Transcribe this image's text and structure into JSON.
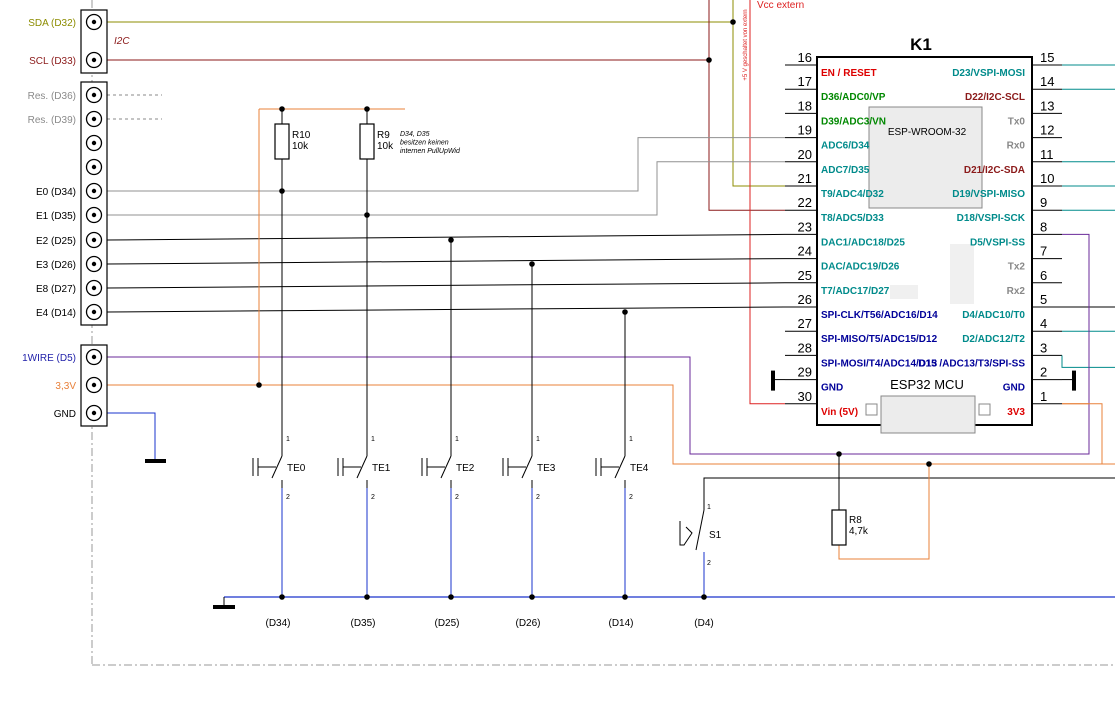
{
  "terminals": [
    {
      "label": "SDA (D32)",
      "color": "#8c8c00"
    },
    {
      "label": "SCL (D33)",
      "color": "#8b1a1a"
    },
    {
      "label": "Res. (D36)",
      "color": "#8a8a8a"
    },
    {
      "label": "Res. (D39)",
      "color": "#8a8a8a"
    },
    {
      "label": "",
      "color": "#000000"
    },
    {
      "label": "",
      "color": "#000000"
    },
    {
      "label": "E0 (D34)",
      "color": "#000000"
    },
    {
      "label": "E1 (D35)",
      "color": "#000000"
    },
    {
      "label": "E2 (D25)",
      "color": "#000000"
    },
    {
      "label": "E3 (D26)",
      "color": "#000000"
    },
    {
      "label": "E8 (D27)",
      "color": "#000000"
    },
    {
      "label": "E4 (D14)",
      "color": "#000000"
    },
    {
      "label": "1WIRE (D5)",
      "color": "#2222aa"
    },
    {
      "label": "3,3V",
      "color": "#e8803a"
    },
    {
      "label": "GND",
      "color": "#000000"
    }
  ],
  "i2c_label": "I2C",
  "vcc_extern": "Vcc extern",
  "vcc_note": "+5 V geschaltet von extern",
  "resistors": [
    {
      "ref": "R10",
      "value": "10k"
    },
    {
      "ref": "R9",
      "value": "10k"
    },
    {
      "ref": "R8",
      "value": "4,7k"
    }
  ],
  "resistor_note": [
    "D34, D35",
    "besitzen keinen",
    "internen PullUpWid"
  ],
  "module": {
    "ref": "K1",
    "inner": "ESP-WROOM-32",
    "name": "ESP32 MCU",
    "left_pins": [
      {
        "num": "16",
        "name": "EN / RESET",
        "color": "#dd0000"
      },
      {
        "num": "17",
        "name": "D36/ADC0/VP",
        "color": "#008800"
      },
      {
        "num": "18",
        "name": "D39/ADC3/VN",
        "color": "#008800"
      },
      {
        "num": "19",
        "name": "ADC6/D34",
        "color": "#008b8b"
      },
      {
        "num": "20",
        "name": "ADC7/D35",
        "color": "#008b8b"
      },
      {
        "num": "21",
        "name": "T9/ADC4/D32",
        "color": "#008b8b"
      },
      {
        "num": "22",
        "name": "T8/ADC5/D33",
        "color": "#008b8b"
      },
      {
        "num": "23",
        "name": "DAC1/ADC18/D25",
        "color": "#008b8b"
      },
      {
        "num": "24",
        "name": "DAC/ADC19/D26",
        "color": "#008b8b"
      },
      {
        "num": "25",
        "name": "T7/ADC17/D27",
        "color": "#008b8b"
      },
      {
        "num": "26",
        "name": "SPI-CLK/T56/ADC16/D14",
        "color": "#000099"
      },
      {
        "num": "27",
        "name": "SPI-MISO/T5/ADC15/D12",
        "color": "#000099"
      },
      {
        "num": "28",
        "name": "SPI-MOSI/T4/ADC14/D13",
        "color": "#000099"
      },
      {
        "num": "29",
        "name": "GND",
        "color": "#000099"
      },
      {
        "num": "30",
        "name": "Vin (5V)",
        "color": "#dd0000"
      }
    ],
    "right_pins": [
      {
        "num": "15",
        "name": "D23/VSPI-MOSI",
        "color": "#008b8b"
      },
      {
        "num": "14",
        "name": "D22/I2C-SCL",
        "color": "#8b1a1a"
      },
      {
        "num": "13",
        "name": "Tx0",
        "color": "#888888"
      },
      {
        "num": "12",
        "name": "Rx0",
        "color": "#888888"
      },
      {
        "num": "11",
        "name": "D21/I2C-SDA",
        "color": "#8b1a1a"
      },
      {
        "num": "10",
        "name": "D19/VSPI-MISO",
        "color": "#008b8b"
      },
      {
        "num": "9",
        "name": "D18/VSPI-SCK",
        "color": "#008b8b"
      },
      {
        "num": "8",
        "name": "D5/VSPI-SS",
        "color": "#008b8b"
      },
      {
        "num": "7",
        "name": "Tx2",
        "color": "#888888"
      },
      {
        "num": "6",
        "name": "Rx2",
        "color": "#888888"
      },
      {
        "num": "5",
        "name": "D4/ADC10/T0",
        "color": "#008b8b"
      },
      {
        "num": "4",
        "name": "D2/ADC12/T2",
        "color": "#008b8b"
      },
      {
        "num": "3",
        "name": "D15 /ADC13/T3/SPI-SS",
        "color": "#000099"
      },
      {
        "num": "2",
        "name": "GND",
        "color": "#000099"
      },
      {
        "num": "1",
        "name": "3V3",
        "color": "#dd0000"
      }
    ]
  },
  "switches": [
    {
      "ref": "TE0",
      "net": "(D34)"
    },
    {
      "ref": "TE1",
      "net": "(D35)"
    },
    {
      "ref": "TE2",
      "net": "(D25)"
    },
    {
      "ref": "TE3",
      "net": "(D26)"
    },
    {
      "ref": "TE4",
      "net": "(D14)"
    },
    {
      "ref": "S1",
      "net": "(D4)"
    }
  ],
  "switch_pin_top": "1",
  "switch_pin_bottom": "2",
  "colors": {
    "sda": "#8c8c00",
    "scl": "#8b1a1a",
    "gray": "#909090",
    "onewire": "#6a2a9a",
    "v33": "#e8803a",
    "gnd": "#1a33cc",
    "vcc": "#dd2222",
    "spi": "#008b8b"
  }
}
